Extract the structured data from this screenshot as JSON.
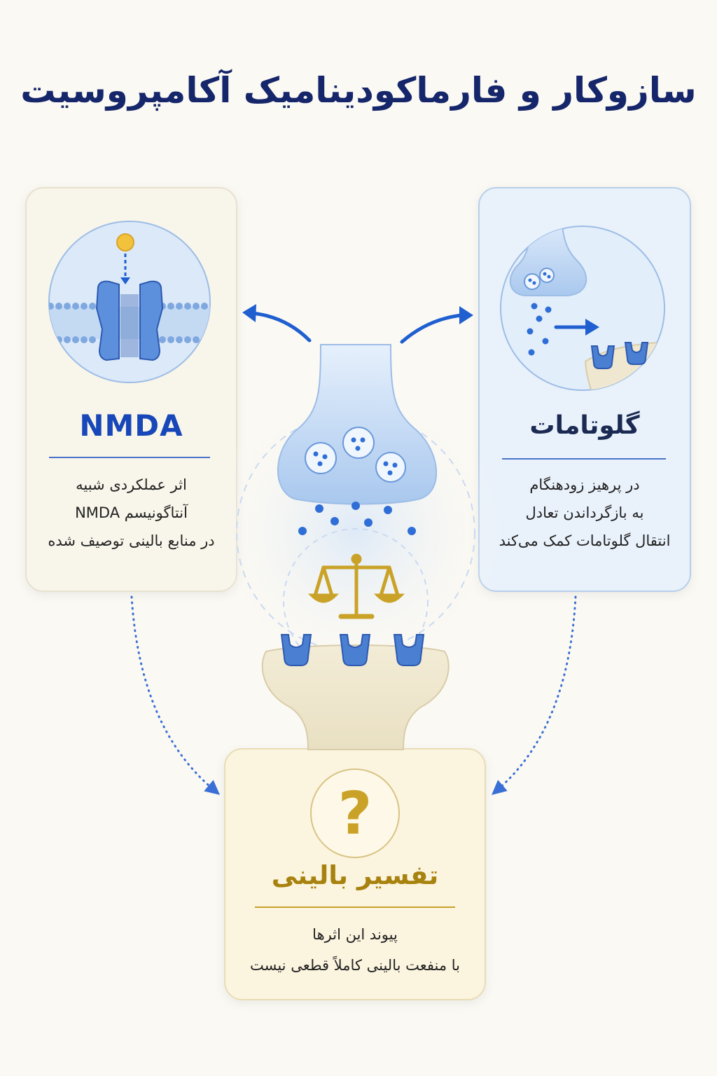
{
  "title": "سازوکار و فارماکودینامیک آکامپروسیت",
  "cards": {
    "nmda": {
      "heading": "NMDA",
      "lines": [
        "اثر عملکردی شبیه",
        "آنتاگونیسم NMDA",
        "در منابع بالینی توصیف شده"
      ]
    },
    "glutamate": {
      "heading": "گلوتامات",
      "lines": [
        "در پرهیز زودهنگام",
        "به بازگرداندن تعادل",
        "انتقال گلوتامات کمک می‌کند"
      ]
    },
    "clinical": {
      "heading": "تفسیر بالینی",
      "lines": [
        "پیوند این اثرها",
        "با منفعت بالینی کاملاً قطعی نیست"
      ],
      "symbol": "?"
    }
  },
  "icons": {
    "center": "balance-scale-icon",
    "nmda_panel": "nmda-receptor-channel-icon",
    "glutamate_panel": "synapse-glutamate-release-icon",
    "clinical_panel": "question-mark-icon"
  },
  "colors": {
    "title": "#16266b",
    "nmda_heading": "#1747b8",
    "accent_blue": "#1f5fd0",
    "gold": "#c9a227",
    "clinical_heading": "#a8820e"
  }
}
